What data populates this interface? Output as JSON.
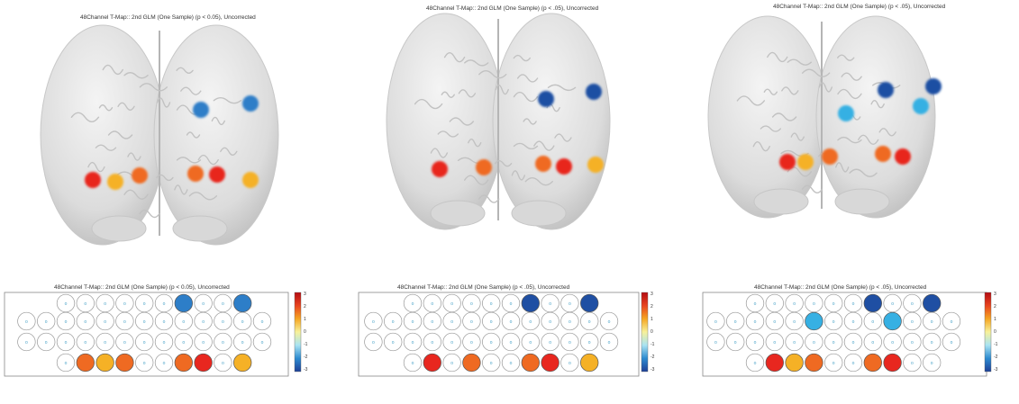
{
  "title_text": "48Channel T-Map:: 2nd GLM (One Sample)",
  "channel_glyph": "o",
  "colors": {
    "red": "#e8271f",
    "orange": "#ef6a22",
    "yellow": "#f5b126",
    "blue_mid": "#2d7ec8",
    "blue_dark": "#1f4fa3",
    "blue_light": "#36b0e3"
  },
  "colorbar": {
    "ticks": [
      "3",
      "2",
      "1",
      "0",
      "-1",
      "-2",
      "-3"
    ]
  },
  "panels": [
    {
      "brain_title": "48Channel T-Map:: 2nd GLM (One Sample)  (p < 0.05), Uncorrected",
      "map_title": "48Channel T-Map:: 2nd GLM (One Sample)  (p < 0.05), Uncorrected",
      "row1": [
        "",
        "",
        "",
        "",
        "",
        "",
        "blue_mid",
        "",
        "",
        "blue_mid"
      ],
      "row4": [
        "",
        "orange",
        "yellow",
        "orange",
        "",
        "",
        "orange",
        "red",
        "",
        "yellow"
      ]
    },
    {
      "brain_title": "48Channel T-Map:: 2nd GLM (One Sample)  (p < .05), Uncorrected",
      "map_title": "48Channel T-Map:: 2nd GLM (One Sample)  (p < .05), Uncorrected",
      "row1": [
        "",
        "",
        "",
        "",
        "",
        "",
        "blue_dark",
        "",
        "",
        "blue_dark"
      ],
      "row4": [
        "",
        "red",
        "",
        "orange",
        "",
        "",
        "orange",
        "red",
        "",
        "yellow"
      ]
    },
    {
      "brain_title": "48Channel T-Map:: 2nd GLM (One Sample)  (p < .05), Uncorrected",
      "map_title": "48Channel T-Map:: 2nd GLM (One Sample)  (p < .05), Uncorrected",
      "row1": [
        "",
        "",
        "",
        "",
        "",
        "",
        "blue_dark",
        "",
        "",
        "blue_dark"
      ],
      "row2_blue": [
        6,
        10
      ],
      "row4": [
        "",
        "red",
        "yellow",
        "orange",
        "",
        "",
        "orange",
        "red",
        "",
        ""
      ]
    }
  ]
}
